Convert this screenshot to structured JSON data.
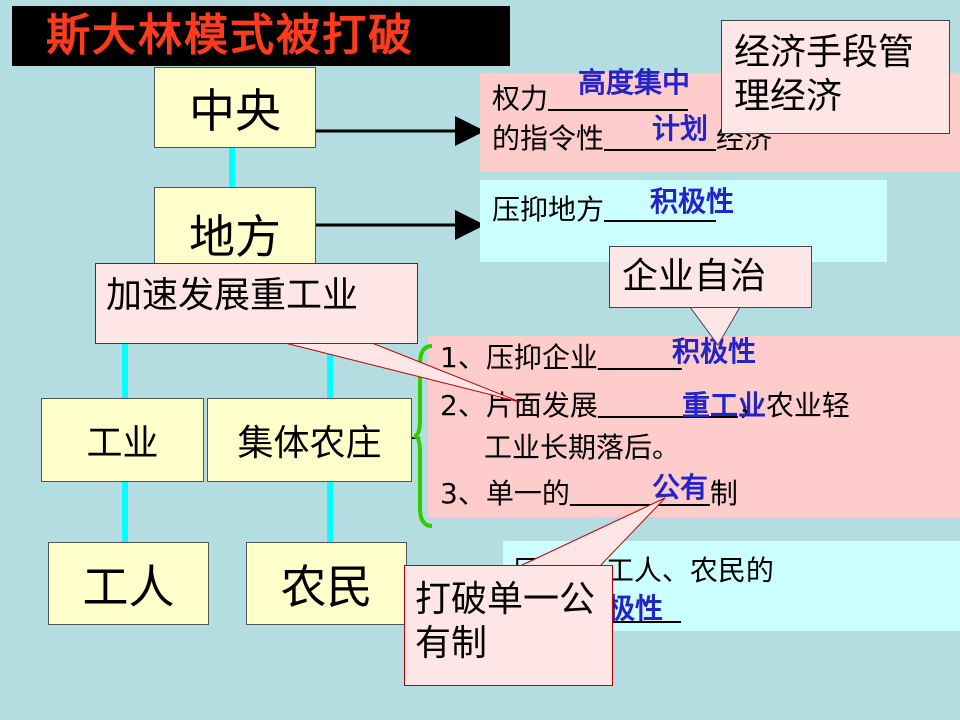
{
  "title": "斯大林模式被打破",
  "nodes": {
    "center": "中央",
    "local": "地方",
    "industry": "工业",
    "farm": "集体农庄",
    "workers": "工人",
    "peasants": "农民"
  },
  "boxes": {
    "power": {
      "line1_prefix": "权力",
      "fill1": "高度集中",
      "line2_prefix": "的指令性",
      "fill2": "计划",
      "line2_suffix": "经济"
    },
    "local": {
      "prefix": "压抑地方",
      "fill": "积极性"
    },
    "points": {
      "p1_prefix": "1、压抑企业",
      "p1_fill": "积极性",
      "p2_prefix": "2、片面发展",
      "p2_fill": "重工业",
      "p2_suffix": "，农业轻",
      "p2_cont": "工业长期落后。",
      "p3_prefix": "3、单一的",
      "p3_fill": "公有",
      "p3_suffix": "制"
    },
    "workers": {
      "line1_prefix": "压",
      "line1": "工人、农民的",
      "fill": "积极性"
    }
  },
  "callouts": {
    "economic_means": "经济手段管理经济",
    "heavy_industry": "加速发展重工业",
    "enterprise": "企业自治",
    "ownership": "打破单一公有制"
  },
  "colors": {
    "background": "#b3dde0",
    "title_text": "#ff3b1f",
    "node_fill": "#ffffcc",
    "fill_text": "#2323c8",
    "connector": "#00ffff",
    "brace": "#33cc00"
  }
}
